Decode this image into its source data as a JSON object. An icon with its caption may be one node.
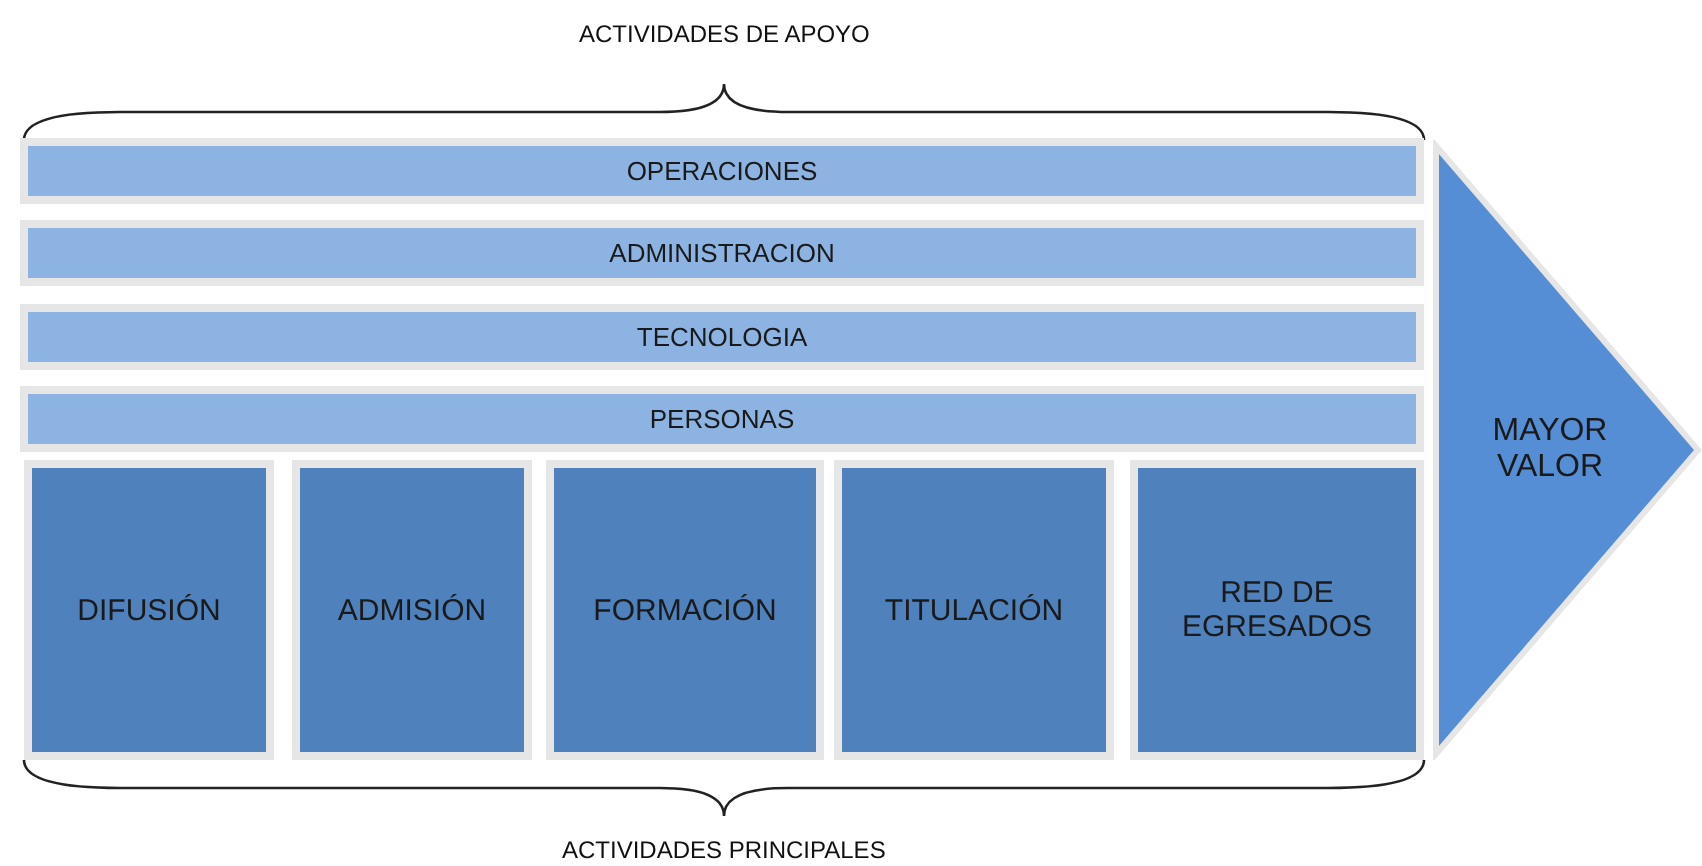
{
  "diagram": {
    "nodes": [
      {
        "text": [
          "OPERACIONES"
        ]
      },
      {
        "text": [
          "ADMINISTRACION"
        ]
      },
      {
        "text": [
          "TECNOLOGIA"
        ]
      },
      {
        "text": [
          "PERSONAS"
        ]
      },
      {
        "text": [
          "DIFUSIÓN"
        ]
      },
      {
        "text": [
          "ADMISIÓN"
        ]
      },
      {
        "text": [
          "FORMACIÓN"
        ]
      },
      {
        "text": [
          "TITULACIÓN"
        ]
      },
      {
        "text": [
          "RED DE EGRESADOS"
        ]
      },
      {
        "text": [
          "MAYOR VALOR"
        ]
      }
    ],
    "labels": [
      "ACTIVIDADES DE APOYO",
      "ACTIVIDADES PRINCIPALES"
    ]
  }
}
